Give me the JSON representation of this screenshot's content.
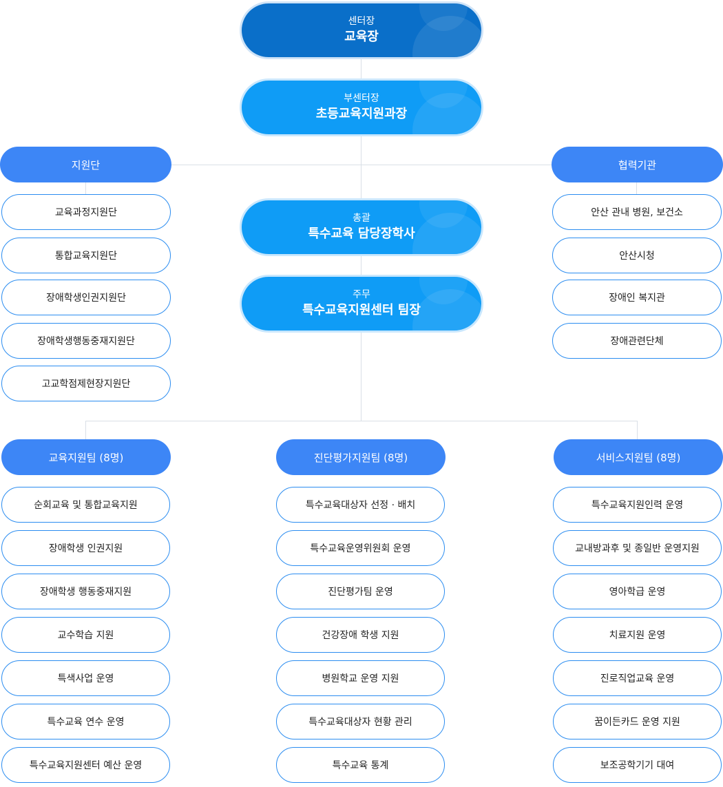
{
  "director": {
    "role": "센터장",
    "name": "교육장"
  },
  "vice_director": {
    "role": "부센터장",
    "name": "초등교육지원과장"
  },
  "general": {
    "role": "총괄",
    "name": "특수교육 담당장학사"
  },
  "main": {
    "role": "주무",
    "name": "특수교육지원센터 팀장"
  },
  "support_group": {
    "title": "지원단",
    "items": [
      "교육과정지원단",
      "통합교육지원단",
      "장애학생인권지원단",
      "장애학생행동중재지원단",
      "고교학점제현장지원단"
    ]
  },
  "partners": {
    "title": "협력기관",
    "items": [
      "안산 관내 병원, 보건소",
      "안산시청",
      "장애인 복지관",
      "장애관련단체"
    ]
  },
  "teams": [
    {
      "title": "교육지원팀 (8명)",
      "items": [
        "순회교육 및 통합교육지원",
        "장애학생 인권지원",
        "장애학생 행동중재지원",
        "교수학습 지원",
        "특색사업 운영",
        "특수교육 연수 운영",
        "특수교육지원센터 예산 운영"
      ]
    },
    {
      "title": "진단평가지원팀 (8명)",
      "items": [
        "특수교육대상자 선정 · 배치",
        "특수교육운영위원회 운영",
        "진단평가팀 운영",
        "건강장애 학생 지원",
        "병원학교 운영 지원",
        "특수교육대상자 현황 관리",
        "특수교육 통계"
      ]
    },
    {
      "title": "서비스지원팀 (8명)",
      "items": [
        "특수교육지원인력 운영",
        "교내방과후 및 종일반 운영지원",
        "영아학급 운영",
        "치료지원 운영",
        "진로직업교육 운영",
        "꿈이든카드 운영 지원",
        "보조공학기기 대여"
      ]
    }
  ]
}
